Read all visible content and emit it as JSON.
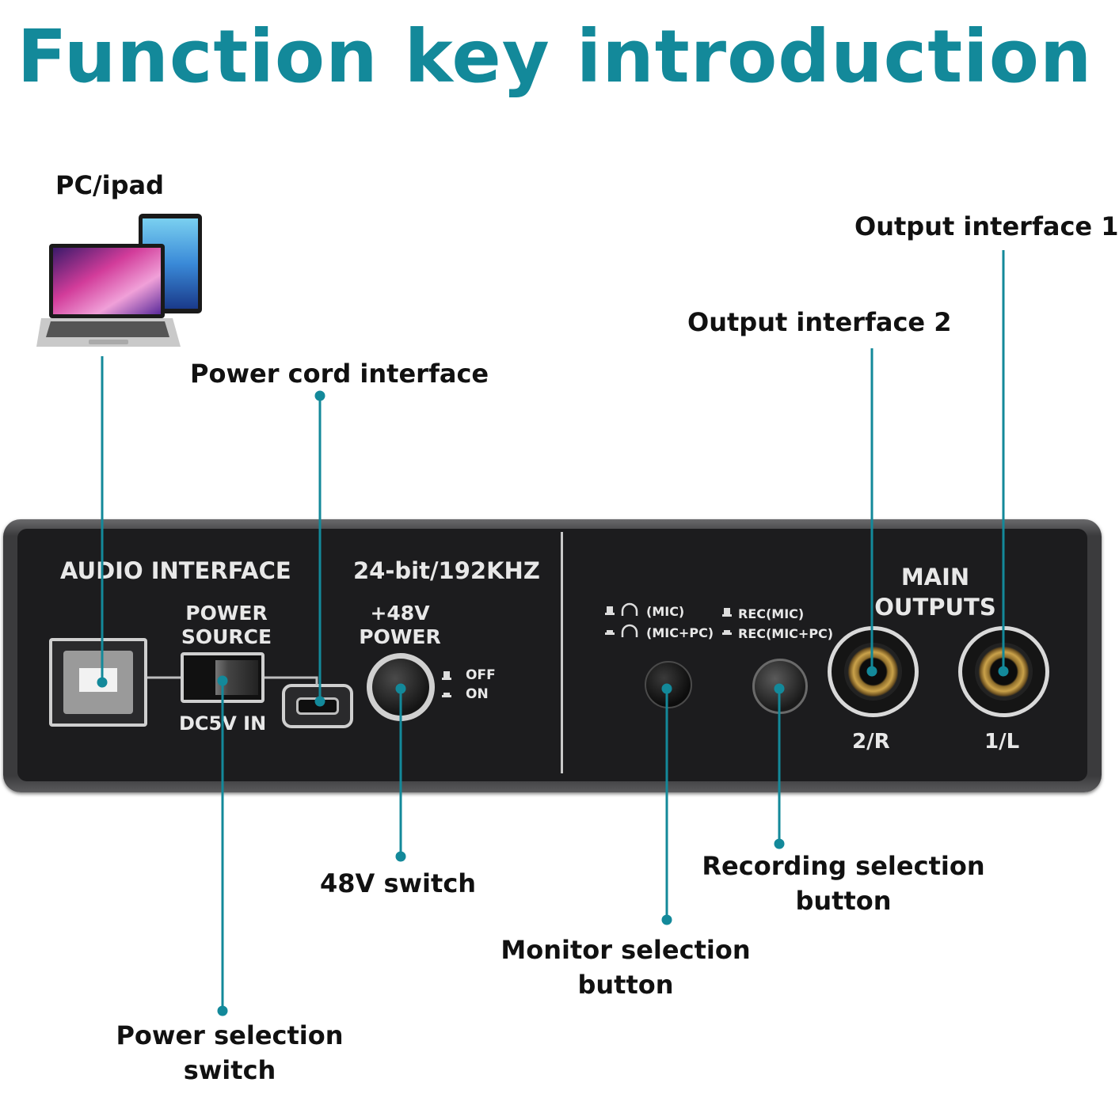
{
  "title": "Function key introduction",
  "colors": {
    "accent": "#13899a",
    "panel": "#1c1c1e",
    "panel_text": "#e8e8e8"
  },
  "callouts": {
    "pc_ipad": "PC/ipad",
    "power_cord": "Power cord interface",
    "output_2": "Output interface 2",
    "output_1": "Output interface 1",
    "switch_48v": "48V switch",
    "recording_sel": [
      "Recording selection",
      "button"
    ],
    "monitor_sel": [
      "Monitor selection",
      "button"
    ],
    "power_sel": [
      "Power selection",
      "switch"
    ]
  },
  "panel": {
    "audio_interface": "AUDIO INTERFACE",
    "spec": "24-bit/192KHZ",
    "power_source": [
      "POWER",
      "SOURCE"
    ],
    "dc_in": "DC5V IN",
    "phantom": [
      "+48V",
      "POWER"
    ],
    "off": "OFF",
    "on": "ON",
    "monitor_opt1": "(MIC)",
    "monitor_opt2": "(MIC+PC)",
    "rec_opt1": "REC(MIC)",
    "rec_opt2": "REC(MIC+PC)",
    "main_outputs": [
      "MAIN",
      "OUTPUTS"
    ],
    "out_r": "2/R",
    "out_l": "1/L"
  },
  "icons": [
    "laptop-icon",
    "tablet-icon",
    "headphone-icon",
    "button-state-icon"
  ]
}
